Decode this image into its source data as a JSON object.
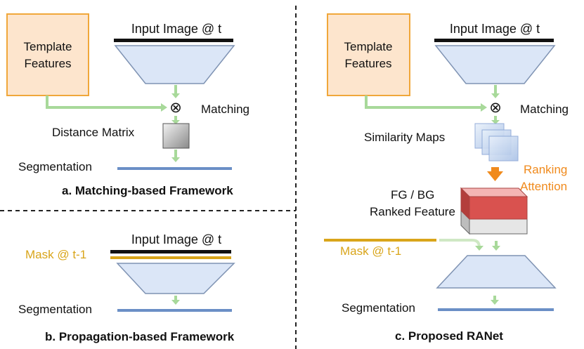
{
  "colors": {
    "template_fill": "#fde5cd",
    "template_stroke": "#f0a73a",
    "encoder_fill": "#dbe6f7",
    "encoder_stroke": "#7f93b3",
    "arrow_green": "#a8d99a",
    "seg_line": "#6b8fc6",
    "mask": "#d9a51a",
    "ranking": "#f08a1c",
    "ranked_top": "#d9524f",
    "ranked_bottom": "#e6e6e6"
  },
  "panel_a": {
    "template_label_line1": "Template",
    "template_label_line2": "Features",
    "input_label": "Input Image @ t",
    "operator": "⊗",
    "matching_label": "Matching",
    "distance_label": "Distance Matrix",
    "segmentation_label": "Segmentation",
    "caption": "a. Matching-based Framework"
  },
  "panel_b": {
    "input_label": "Input Image @ t",
    "mask_label": "Mask @ t-1",
    "segmentation_label": "Segmentation",
    "caption": "b. Propagation-based Framework"
  },
  "panel_c": {
    "template_label_line1": "Template",
    "template_label_line2": "Features",
    "input_label": "Input Image @ t",
    "operator": "⊗",
    "matching_label": "Matching",
    "similarity_label": "Similarity Maps",
    "ranking_line1": "Ranking",
    "ranking_line2": "Attention",
    "ranked_line1": "FG / BG",
    "ranked_line2": "Ranked Feature",
    "mask_label": "Mask @ t-1",
    "segmentation_label": "Segmentation",
    "caption": "c. Proposed RANet"
  }
}
